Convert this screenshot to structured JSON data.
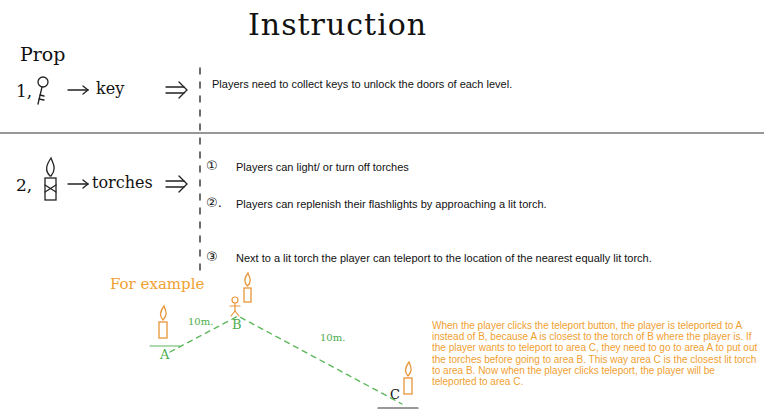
{
  "diagram": {
    "title": "Instruction",
    "labels": [
      "Prop",
      "1,",
      "key",
      "Players need to collect keys to unlock the doors of each level.",
      "2,",
      "torches",
      "①",
      "Players can light/ or turn off torches",
      "②.",
      "Players can replenish their flashlights by approaching a lit torch.",
      "③",
      "Next to a lit torch the player can teleport to the location of the nearest equally lit torch.",
      "For example",
      "A",
      "10m.",
      "B",
      "10m.",
      "C",
      "When the player clicks the teleport button, the player is teleported to A instead of B, because A is closest to the torch of B where the player is. If the player wants to teleport to area C, they need to go to area A to put out the torches before going to area B. This way area C is the closest lit torch to area B. Now when the player clicks teleport, the player will be teleported to area C."
    ]
  }
}
